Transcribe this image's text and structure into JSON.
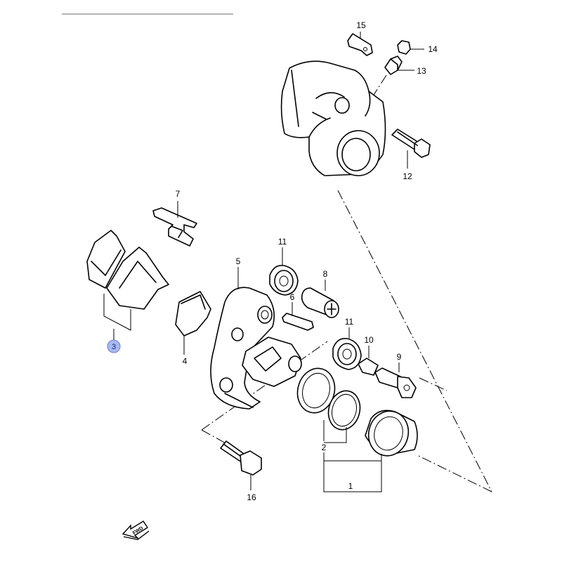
{
  "diagram": {
    "labels": {
      "p1": "1",
      "p2": "2",
      "p3": "3",
      "p4": "4",
      "p5": "5",
      "p6": "6",
      "p7": "7",
      "p8": "8",
      "p9": "9",
      "p10": "10",
      "p11a": "11",
      "p11b": "11",
      "p12": "12",
      "p13": "13",
      "p14": "14",
      "p15": "15",
      "p16": "16"
    },
    "fwd_text": "FWD",
    "highlight": {
      "part": "3",
      "color": "#a9b8f0"
    },
    "header_rule_color": "#b5b5b5"
  }
}
